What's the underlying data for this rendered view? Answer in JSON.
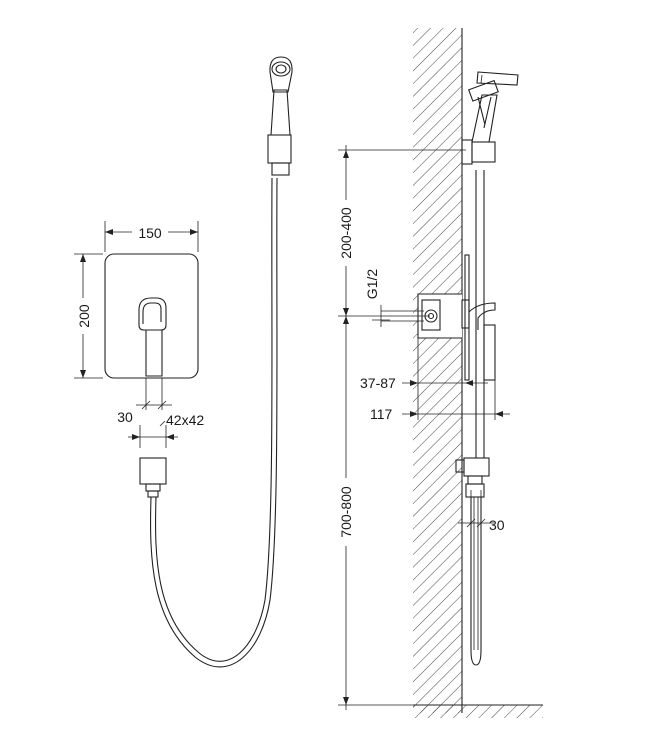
{
  "front_view": {
    "plate_width": "150",
    "plate_height": "200",
    "handle_offset": "30",
    "connector_size": "42x42"
  },
  "side_view": {
    "holder_height": "200-400",
    "thread": "G1/2",
    "mount_depth": "37-87",
    "projection": "117",
    "outlet_height": "700-800",
    "hose_diameter": "30"
  }
}
